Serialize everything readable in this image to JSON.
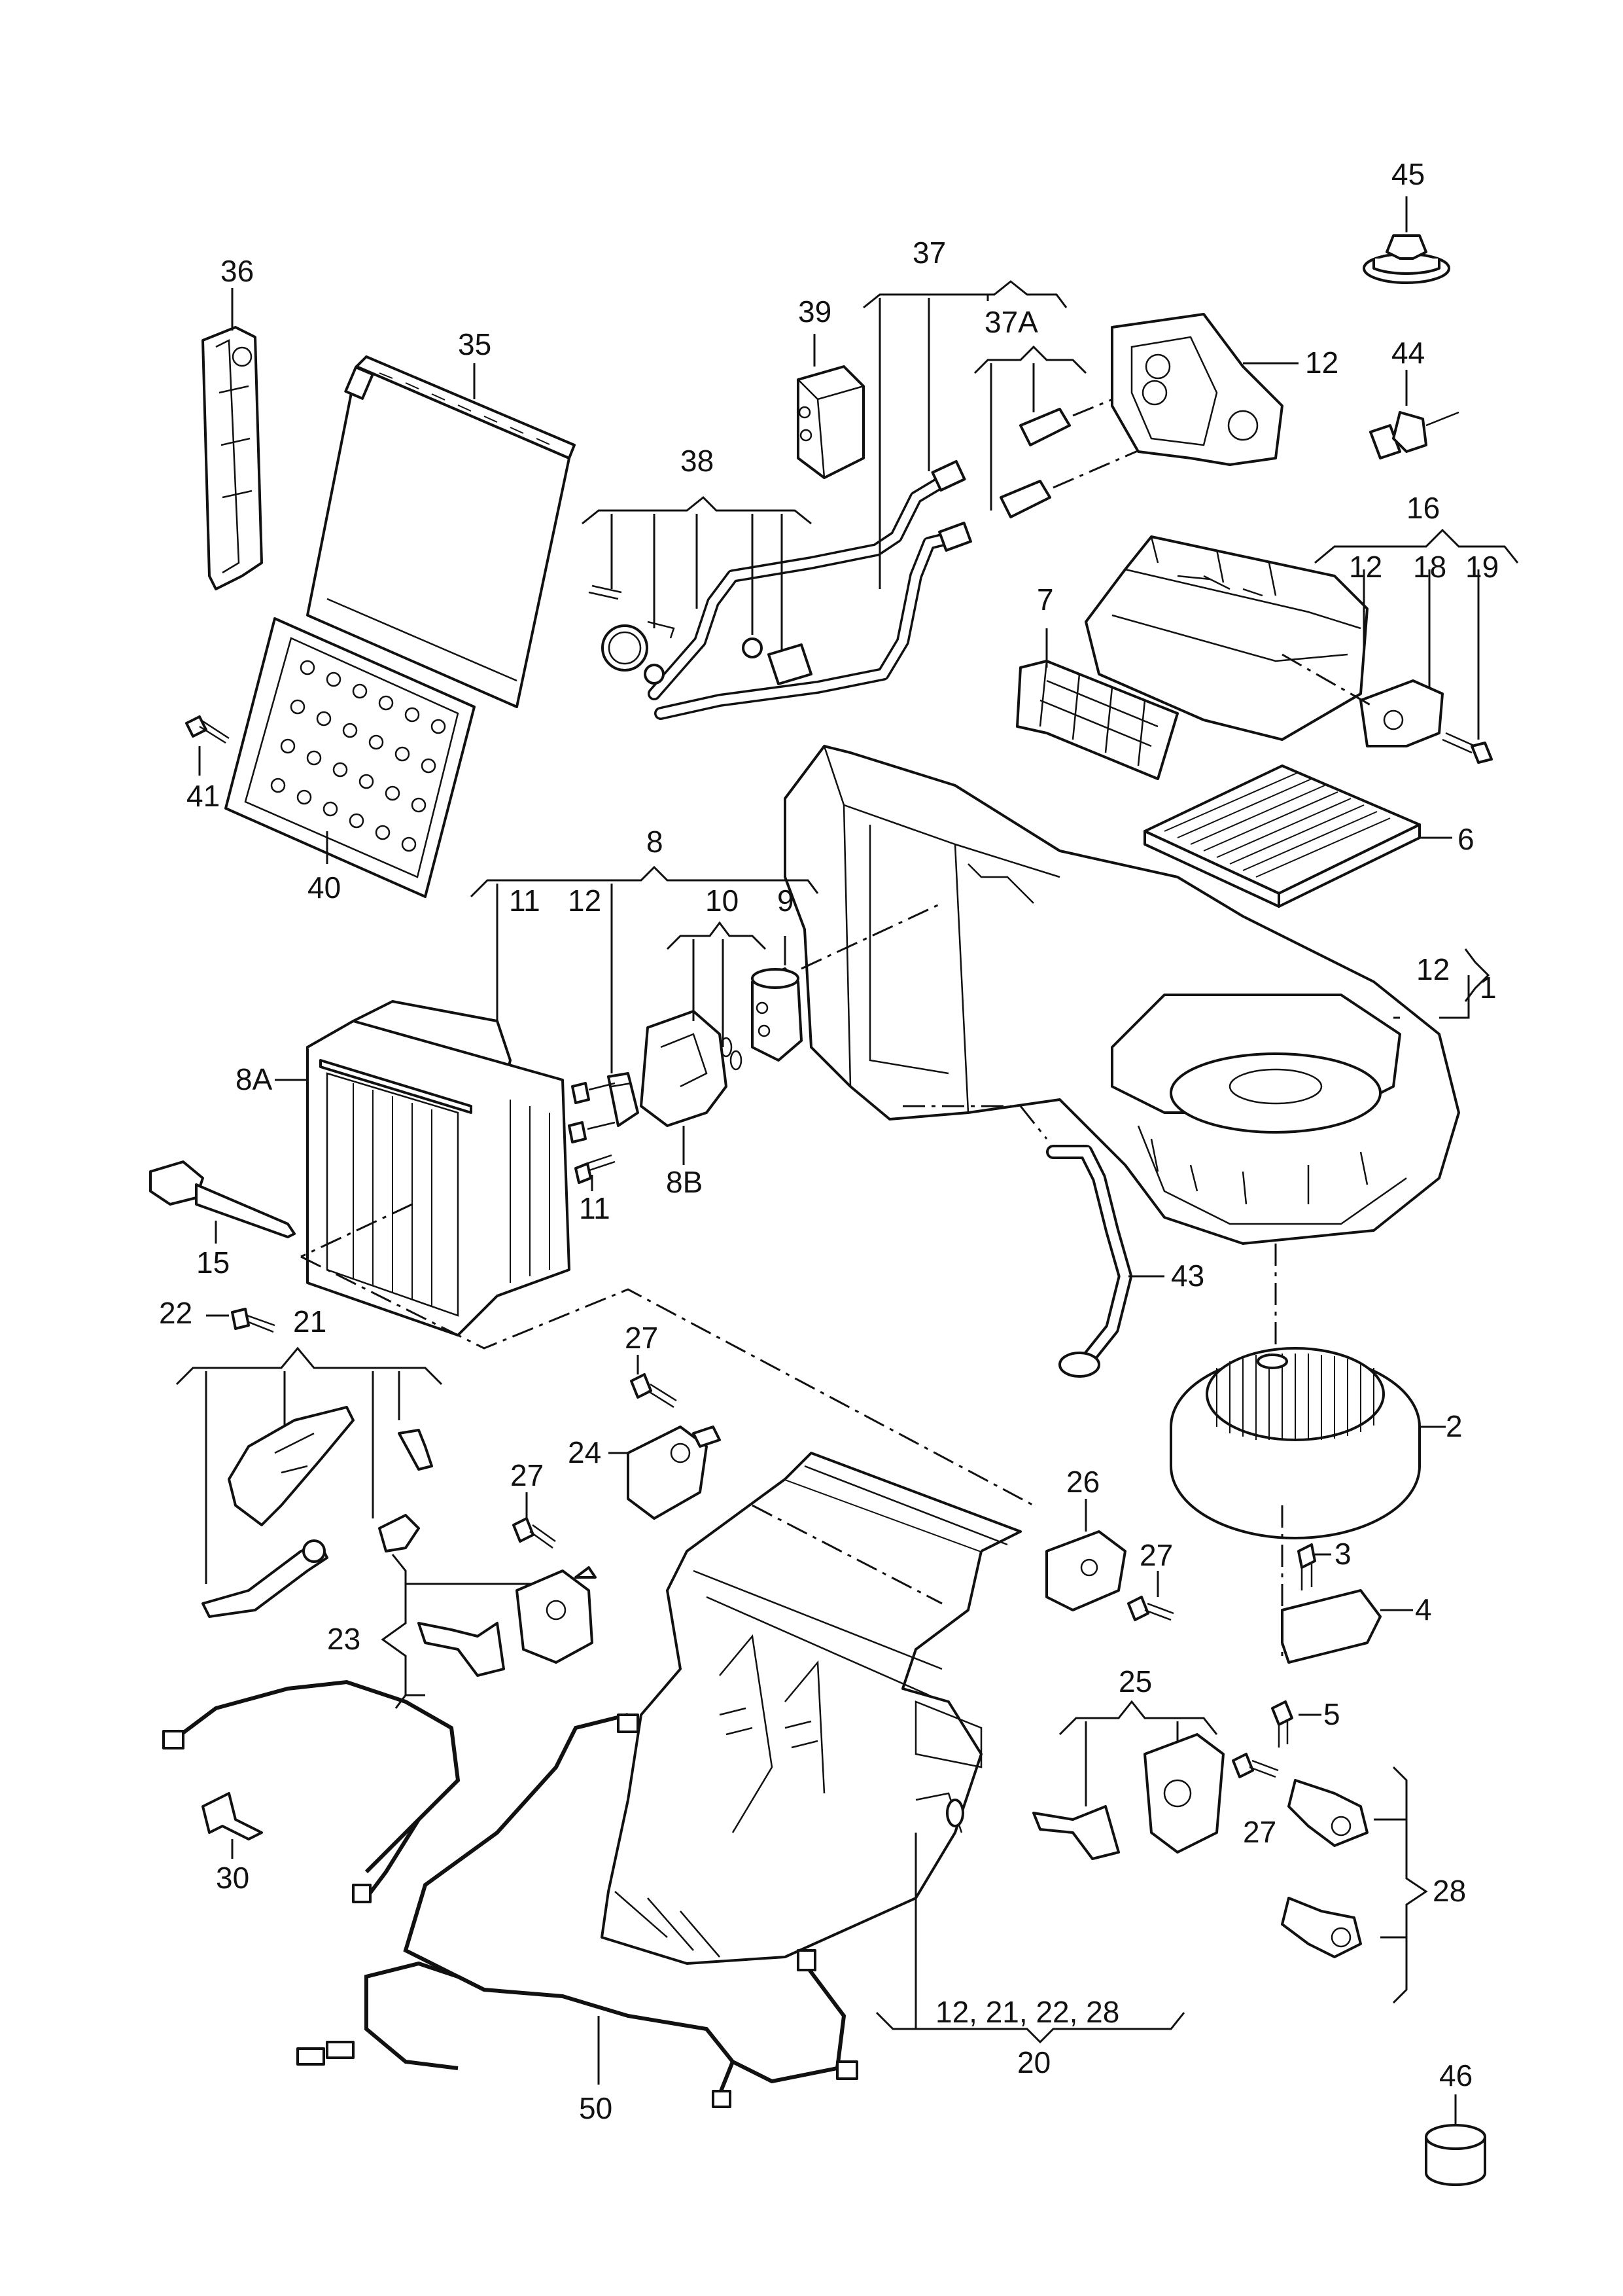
{
  "labels": {
    "l1": "1",
    "l2": "2",
    "l3": "3",
    "l4": "4",
    "l5": "5",
    "l6": "6",
    "l7": "7",
    "l8": "8",
    "l8a": "8A",
    "l8b": "8B",
    "l9": "9",
    "l10": "10",
    "l11a": "11",
    "l11b": "11",
    "l12a": "12",
    "l12b": "12",
    "l12c": "12",
    "l12d": "12",
    "l15": "15",
    "l16": "16",
    "l18": "18",
    "l19": "19",
    "l20": "20",
    "l20sub": "12, 21, 22, 28",
    "l21": "21",
    "l22": "22",
    "l23": "23",
    "l24": "24",
    "l25": "25",
    "l26": "26",
    "l27a": "27",
    "l27b": "27",
    "l27c": "27",
    "l27d": "27",
    "l28": "28",
    "l30": "30",
    "l35": "35",
    "l36": "36",
    "l37": "37",
    "l37a": "37A",
    "l38": "38",
    "l39": "39",
    "l40": "40",
    "l41": "41",
    "l43": "43",
    "l44": "44",
    "l45": "45",
    "l46": "46",
    "l50": "50"
  }
}
